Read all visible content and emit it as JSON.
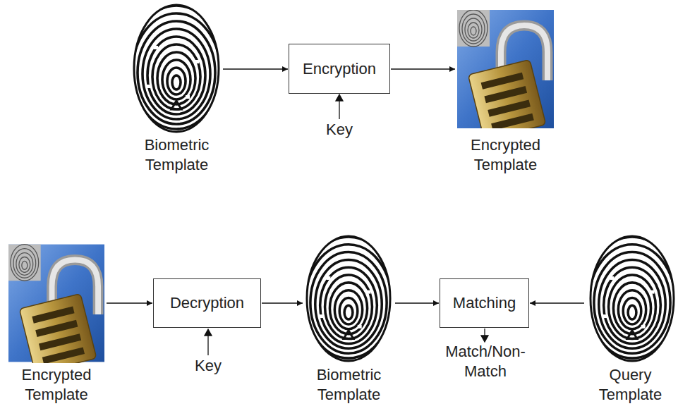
{
  "diagram": {
    "nodes": [
      {
        "text": [
          "Biometric Template"
        ]
      },
      {
        "text": [
          "Encryption"
        ]
      },
      {
        "text": [
          "Encrypted Template"
        ]
      },
      {
        "text": [
          "Encrypted Template"
        ]
      },
      {
        "text": [
          "Decryption"
        ]
      },
      {
        "text": [
          "Biometric Template"
        ]
      },
      {
        "text": [
          "Matching"
        ]
      },
      {
        "text": [
          "Query Template"
        ]
      }
    ],
    "edges": [
      {
        "from": 0,
        "to": 1,
        "arrow": "to"
      },
      {
        "from": 1,
        "to": 2,
        "arrow": "to"
      },
      {
        "from": 3,
        "to": 4,
        "arrow": "to"
      },
      {
        "from": 4,
        "to": 5,
        "arrow": "to"
      },
      {
        "from": 5,
        "to": 6,
        "arrow": "to"
      },
      {
        "from": 7,
        "to": 6,
        "arrow": "to"
      }
    ],
    "labels": [
      "Key",
      "Key",
      "Match/Non-Match"
    ]
  }
}
